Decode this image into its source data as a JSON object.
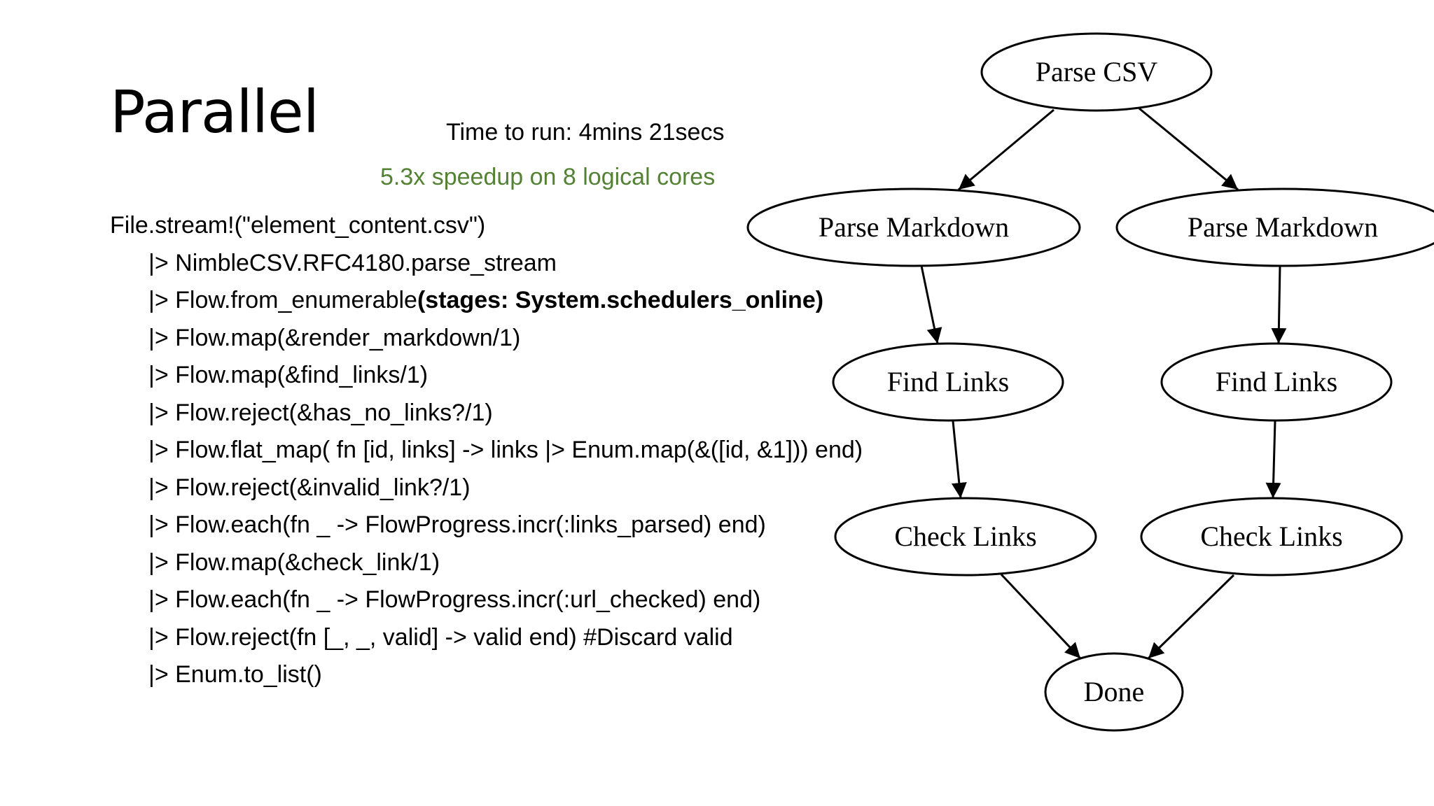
{
  "slide": {
    "title": "Parallel",
    "time_to_run": "Time to run: 4mins 21secs",
    "speedup": "5.3x speedup on 8 logical cores",
    "accent_color": "#548235"
  },
  "code": {
    "lines": [
      {
        "pre": "File.stream!(\"element_content.csv\")",
        "bold": "",
        "indent": false
      },
      {
        "pre": "|> NimbleCSV.RFC4180.parse_stream",
        "bold": "",
        "indent": true
      },
      {
        "pre": "|> Flow.from_enumerable",
        "bold": "(stages: System.schedulers_online)",
        "indent": true
      },
      {
        "pre": "|> Flow.map(&render_markdown/1)",
        "bold": "",
        "indent": true
      },
      {
        "pre": "|> Flow.map(&find_links/1)",
        "bold": "",
        "indent": true
      },
      {
        "pre": "|> Flow.reject(&has_no_links?/1)",
        "bold": "",
        "indent": true
      },
      {
        "pre": "|> Flow.flat_map( fn [id, links] -> links |> Enum.map(&([id, &1])) end)",
        "bold": "",
        "indent": true
      },
      {
        "pre": "|> Flow.reject(&invalid_link?/1)",
        "bold": "",
        "indent": true
      },
      {
        "pre": "|> Flow.each(fn _ -> FlowProgress.incr(:links_parsed) end)",
        "bold": "",
        "indent": true
      },
      {
        "pre": "|> Flow.map(&check_link/1)",
        "bold": "",
        "indent": true
      },
      {
        "pre": "|> Flow.each(fn _ -> FlowProgress.incr(:url_checked) end)",
        "bold": "",
        "indent": true
      },
      {
        "pre": "|> Flow.reject(fn [_, _, valid] -> valid end) #Discard valid",
        "bold": "",
        "indent": true
      },
      {
        "pre": "|> Enum.to_list()",
        "bold": "",
        "indent": true
      }
    ]
  },
  "diagram": {
    "nodes": [
      {
        "id": "parse-csv",
        "label": "Parse CSV"
      },
      {
        "id": "parse-markdown-left",
        "label": "Parse Markdown"
      },
      {
        "id": "parse-markdown-right",
        "label": "Parse Markdown"
      },
      {
        "id": "find-links-left",
        "label": "Find Links"
      },
      {
        "id": "find-links-right",
        "label": "Find Links"
      },
      {
        "id": "check-links-left",
        "label": "Check Links"
      },
      {
        "id": "check-links-right",
        "label": "Check Links"
      },
      {
        "id": "done",
        "label": "Done"
      }
    ],
    "edges": [
      {
        "from": "parse-csv",
        "to": "parse-markdown-left"
      },
      {
        "from": "parse-csv",
        "to": "parse-markdown-right"
      },
      {
        "from": "parse-markdown-left",
        "to": "find-links-left"
      },
      {
        "from": "parse-markdown-right",
        "to": "find-links-right"
      },
      {
        "from": "find-links-left",
        "to": "check-links-left"
      },
      {
        "from": "find-links-right",
        "to": "check-links-right"
      },
      {
        "from": "check-links-left",
        "to": "done"
      },
      {
        "from": "check-links-right",
        "to": "done"
      }
    ]
  }
}
